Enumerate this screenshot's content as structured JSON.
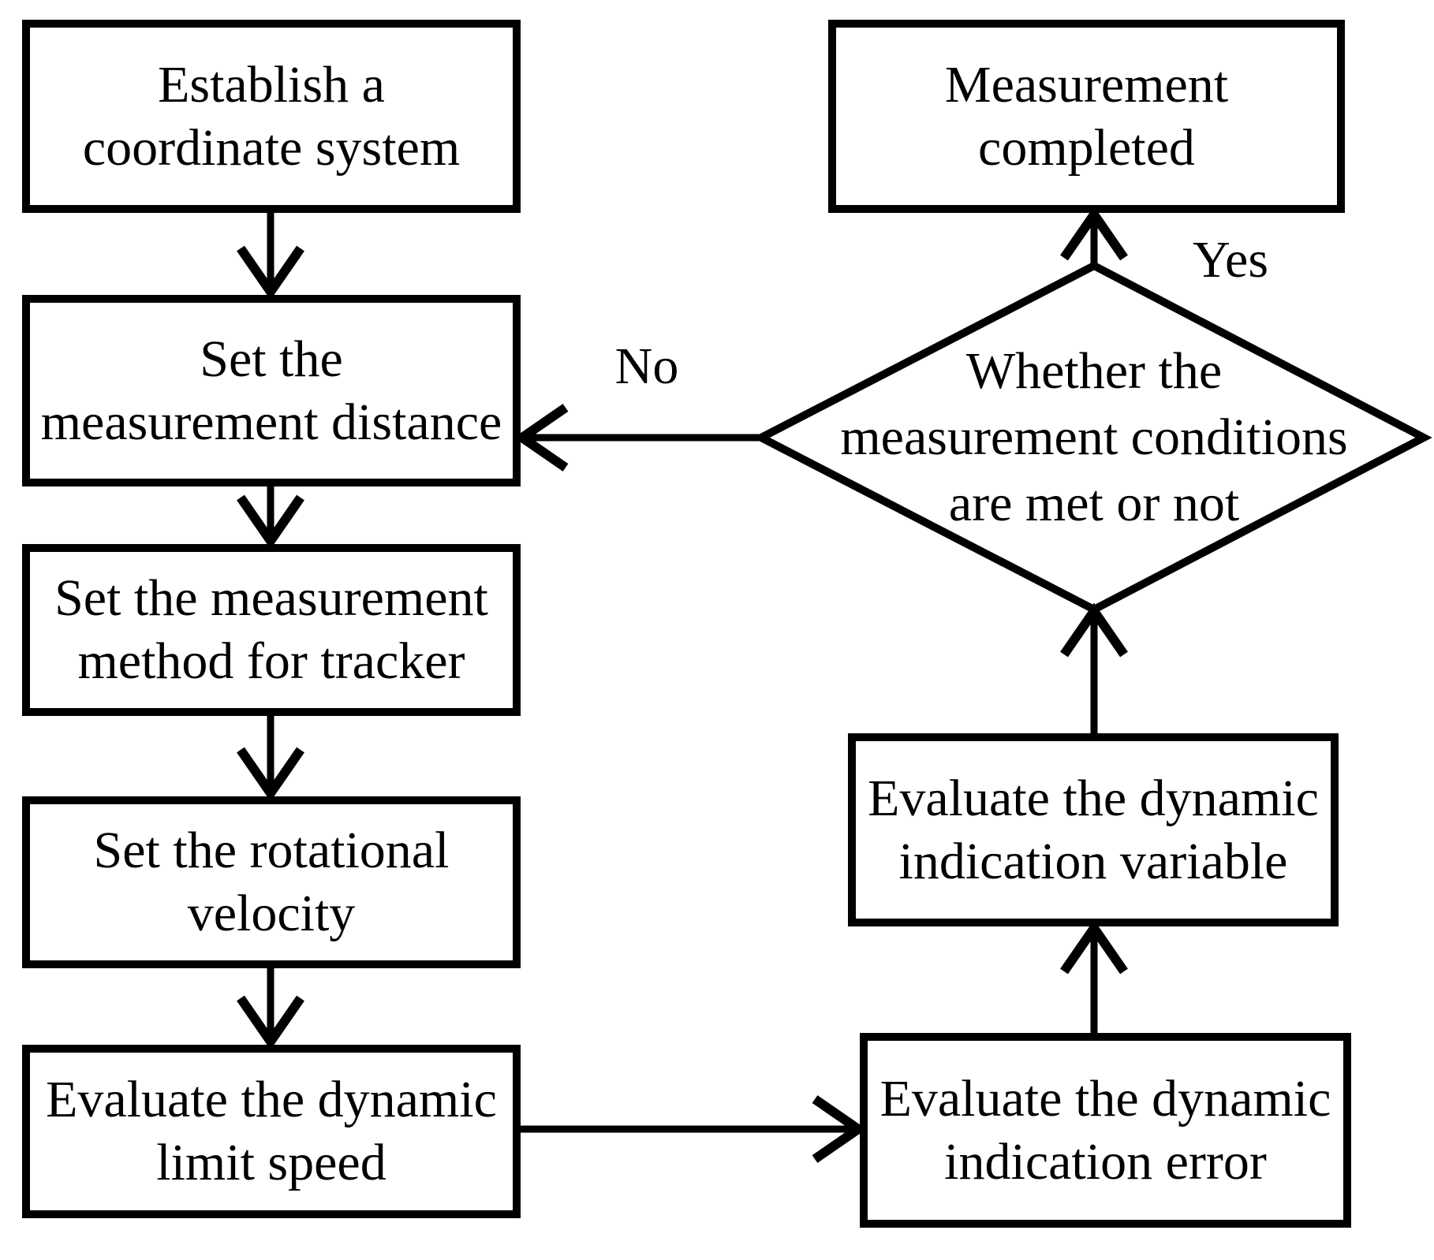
{
  "figure": {
    "background": "#ffffff",
    "ink": "#000000"
  },
  "nodes": {
    "establish": {
      "label": "Establish a\ncoordinate system",
      "type": "process"
    },
    "distance": {
      "label": "Set the\nmeasurement distance",
      "type": "process"
    },
    "method": {
      "label": "Set the measurement\nmethod for tracker",
      "type": "process"
    },
    "velocity": {
      "label": "Set the rotational\nvelocity",
      "type": "process"
    },
    "limit_speed": {
      "label": "Evaluate the dynamic\nlimit speed",
      "type": "process"
    },
    "indication_error": {
      "label": "Evaluate the dynamic\nindication error",
      "type": "process"
    },
    "indication_variable": {
      "label": "Evaluate the dynamic\nindication variable",
      "type": "process"
    },
    "decision": {
      "label": "Whether the\nmeasurement conditions\nare met or not",
      "type": "decision"
    },
    "completed": {
      "label": "Measurement\ncompleted",
      "type": "terminator"
    }
  },
  "edges": {
    "yes_label": "Yes",
    "no_label": "No"
  }
}
